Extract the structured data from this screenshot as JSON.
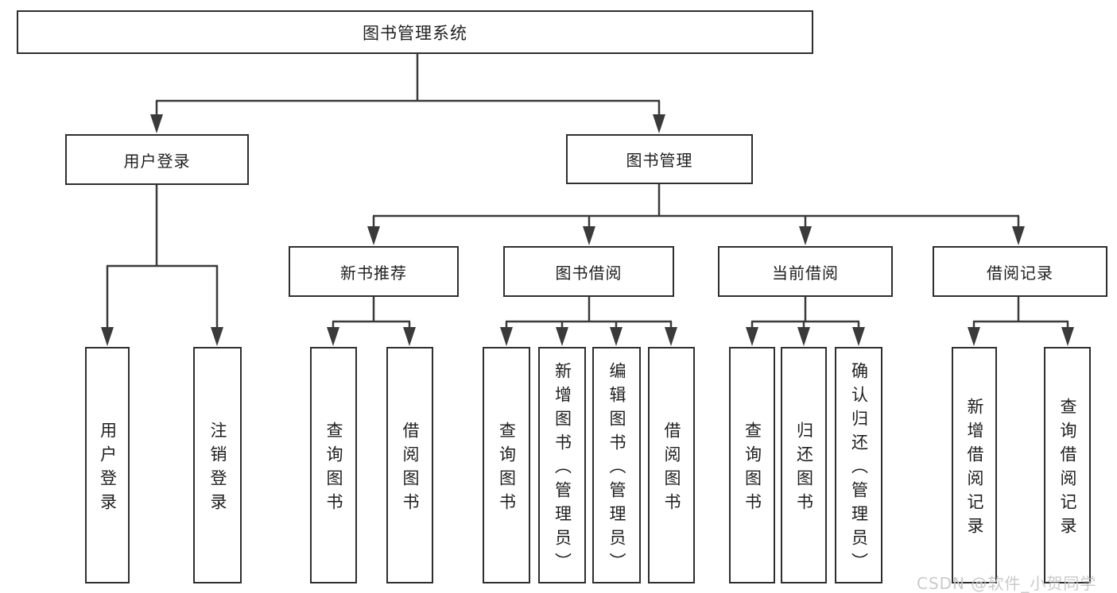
{
  "tree": {
    "root": {
      "label": "图书管理系统"
    },
    "branches": [
      {
        "label": "用户登录",
        "leaves": [
          {
            "label": "用户登录"
          },
          {
            "label": "注销登录"
          }
        ]
      },
      {
        "label": "图书管理",
        "groups": [
          {
            "label": "新书推荐",
            "leaves": [
              {
                "label": "查询图书"
              },
              {
                "label": "借阅图书"
              }
            ]
          },
          {
            "label": "图书借阅",
            "leaves": [
              {
                "label": "查询图书"
              },
              {
                "label": "新增图书（管理员）"
              },
              {
                "label": "编辑图书（管理员）"
              },
              {
                "label": "借阅图书"
              }
            ]
          },
          {
            "label": "当前借阅",
            "leaves": [
              {
                "label": "查询图书"
              },
              {
                "label": "归还图书"
              },
              {
                "label": "确认归还（管理员）"
              }
            ]
          },
          {
            "label": "借阅记录",
            "leaves": [
              {
                "label": "新增借阅记录"
              },
              {
                "label": "查询借阅记录"
              }
            ]
          }
        ]
      }
    ]
  },
  "watermark": {
    "text": "CSDN @软件_小贺同学"
  },
  "colors": {
    "line": "#3a3a3a",
    "box_border": "#2e2e2e",
    "text": "#1e1e1e",
    "watermark": "#c6c6c6",
    "background": "#ffffff"
  }
}
